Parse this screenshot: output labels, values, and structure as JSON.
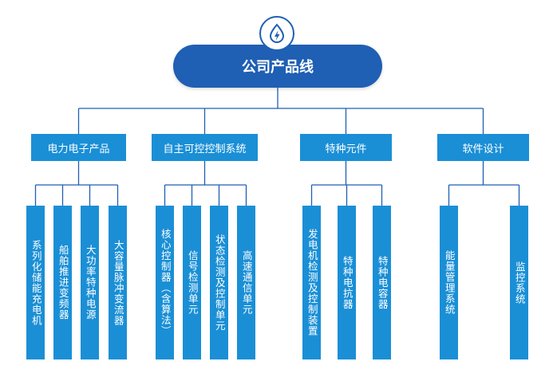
{
  "root": {
    "title": "公司产品线",
    "icon": "lightning-drop-icon"
  },
  "categories": [
    {
      "label": "电力电子产品",
      "items": [
        "系列化储能充电机",
        "船舶推进变频器",
        "大功率特种电源",
        "大容量脉冲变流器"
      ]
    },
    {
      "label": "自主可控控制系统",
      "items": [
        "核心控制器（含算法）",
        "信号检测单元",
        "状态检测及控制单元",
        "高速通信单元"
      ]
    },
    {
      "label": "特种元件",
      "items": [
        "发电机检测及控制装置",
        "特种电抗器",
        "特种电容器"
      ]
    },
    {
      "label": "软件设计",
      "items": [
        "能量管理系统",
        "监控系统"
      ]
    }
  ],
  "colors": {
    "root": "#1f5fb4",
    "box": "#1a8fd6",
    "line": "#1f5fb4"
  }
}
